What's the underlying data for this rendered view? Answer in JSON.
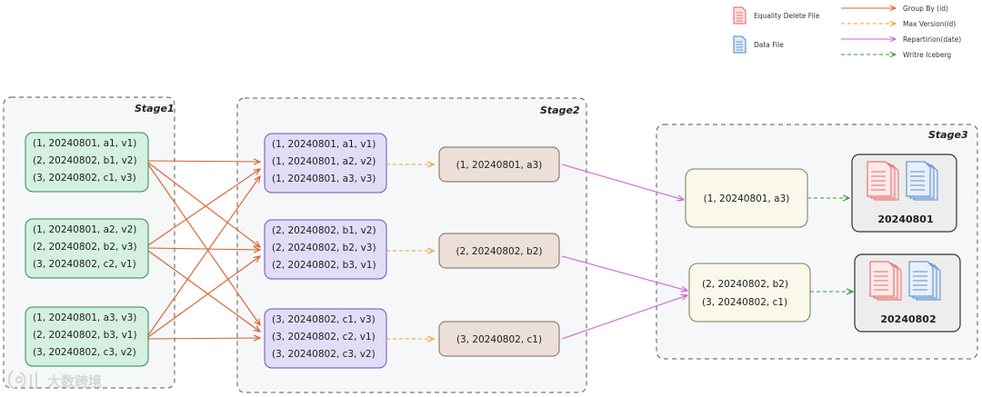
{
  "legend": {
    "equality_delete_file": "Equality Delete File",
    "data_file": "Data File",
    "group_by": "Group By (id)",
    "max_version": "Max Version(id)",
    "repartition": "Repartirion(date)",
    "write_iceberg": "Writre Iceberg"
  },
  "colors": {
    "group_by_arrow": "#d9602a",
    "max_version_arrow": "#f0a030",
    "repartition_arrow": "#cc5fd6",
    "write_arrow": "#3a9a3a",
    "stage1_box_fill": "#d4f0e0",
    "stage1_box_stroke": "#2f8a55",
    "stage2_group_fill": "#e2dcf6",
    "stage2_group_stroke": "#6a55b8",
    "stage2_max_fill": "#ecdfd8",
    "stage2_max_stroke": "#7a6a60",
    "stage3_box_fill": "#faf8ea",
    "stage3_box_stroke": "#7a7a60",
    "delete_file": "#e06060",
    "data_file": "#4a86c8"
  },
  "stages": {
    "stage1": {
      "title": "Stage1",
      "boxes": [
        [
          "(1, 20240801, a1, v1)",
          "(2, 20240802, b1, v2)",
          "(3, 20240802, c1, v3)"
        ],
        [
          "(1, 20240801, a2, v2)",
          "(2, 20240802, b2, v3)",
          "(3, 20240802, c2, v1)"
        ],
        [
          "(1, 20240801, a3, v3)",
          "(2, 20240802, b3, v1)",
          "(3, 20240802, c3, v2)"
        ]
      ]
    },
    "stage2": {
      "title": "Stage2",
      "groups": [
        [
          "(1, 20240801, a1, v1)",
          "(1, 20240801, a2, v2)",
          "(1, 20240801, a3, v3)"
        ],
        [
          "(2, 20240802, b1, v2)",
          "(2, 20240802, b2, v3)",
          "(2, 20240802, b3, v1)"
        ],
        [
          "(3, 20240802, c1, v3)",
          "(3, 20240802, c2, v1)",
          "(3, 20240802, c3, v2)"
        ]
      ],
      "max_versions": [
        "(1, 20240801, a3)",
        "(2, 20240802, b2)",
        "(3, 20240802, c1)"
      ]
    },
    "stage3": {
      "title": "Stage3",
      "partitions": [
        {
          "rows": [
            "(1, 20240801, a3)"
          ],
          "label": "20240801"
        },
        {
          "rows": [
            "(2, 20240802, b2)",
            "(3, 20240802, c1)"
          ],
          "label": "20240802"
        }
      ]
    }
  },
  "watermark": {
    "text": "大数跨境"
  }
}
